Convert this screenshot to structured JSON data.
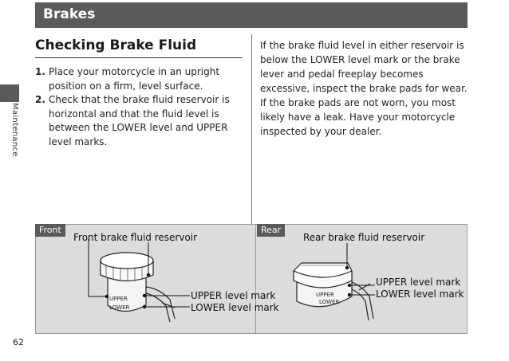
{
  "header": {
    "title": "Brakes"
  },
  "side_tab": {
    "label": "Maintenance"
  },
  "section": {
    "title": "Checking Brake Fluid",
    "steps": [
      {
        "num": "1.",
        "text": "Place your motorcycle in an upright position on a firm, level surface."
      },
      {
        "num": "2.",
        "text": "Check that the brake fluid reservoir is horizontal and that the fluid level is between the LOWER level and UPPER level marks."
      }
    ]
  },
  "right_column": {
    "text": "If the brake fluid level in either reservoir is below the LOWER level mark or the brake lever and pedal freeplay becomes excessive, inspect the brake pads for wear. If the brake pads are not worn, you most likely have a leak. Have your motorcycle inspected by your dealer."
  },
  "figure": {
    "front": {
      "tag": "Front",
      "reservoir_label": "Front brake fluid reservoir",
      "upper_label": "UPPER level mark",
      "lower_label": "LOWER level mark",
      "body_upper_text": "UPPER",
      "body_lower_text": "LOWER"
    },
    "rear": {
      "tag": "Rear",
      "reservoir_label": "Rear brake fluid reservoir",
      "upper_label": "UPPER level mark",
      "lower_label": "LOWER level mark",
      "body_upper_text": "UPPER",
      "body_lower_text": "LOWER"
    }
  },
  "page": {
    "number": "62"
  }
}
